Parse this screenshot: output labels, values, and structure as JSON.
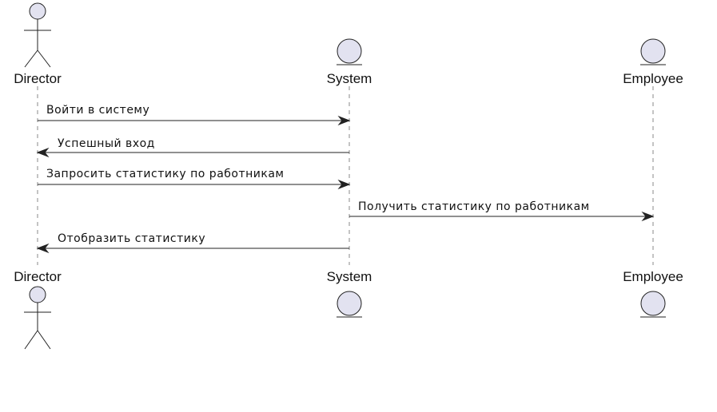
{
  "participants": [
    {
      "id": "director",
      "name": "Director",
      "kind": "actor"
    },
    {
      "id": "system",
      "name": "System",
      "kind": "entity"
    },
    {
      "id": "employee",
      "name": "Employee",
      "kind": "entity"
    }
  ],
  "messages": [
    {
      "from": "director",
      "to": "system",
      "text": "Войти в систему"
    },
    {
      "from": "system",
      "to": "director",
      "text": "Успешный вход"
    },
    {
      "from": "director",
      "to": "system",
      "text": "Запросить статистику по работникам"
    },
    {
      "from": "system",
      "to": "employee",
      "text": "Получить статистику по работникам"
    },
    {
      "from": "system",
      "to": "director",
      "text": "Отобразить статистику"
    }
  ],
  "colors": {
    "participant_fill": "#e2e2f0",
    "line": "#222222",
    "lifeline": "#8a8a8a"
  }
}
